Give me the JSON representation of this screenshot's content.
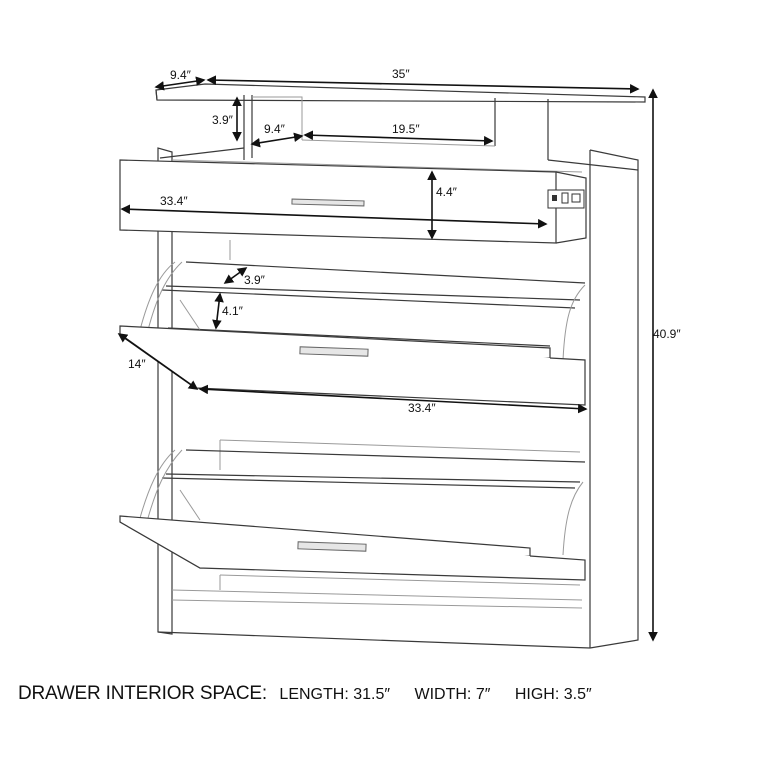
{
  "diagram": {
    "subject": "Shoe cabinet with top shelf, drawer and two flip-down compartments",
    "dimensions": {
      "top_depth": "9.4″",
      "top_width": "35″",
      "shelf_gap_height": "3.9″",
      "shelf_inner_depth": "9.4″",
      "shelf_opening_width": "19.5″",
      "drawer_width": "33.4″",
      "drawer_height": "4.4″",
      "flip_compartment_depth": "3.9″",
      "flip_compartment_height": "4.1″",
      "flip_door_depth": "14″",
      "flip_door_width": "33.4″",
      "total_height": "40.9″"
    }
  },
  "footer": {
    "title": "DRAWER INTERIOR SPACE:",
    "specs": [
      {
        "label": "LENGTH:",
        "value": "31.5″"
      },
      {
        "label": "WIDTH:",
        "value": "7″"
      },
      {
        "label": "HIGH:",
        "value": "3.5″"
      }
    ]
  }
}
